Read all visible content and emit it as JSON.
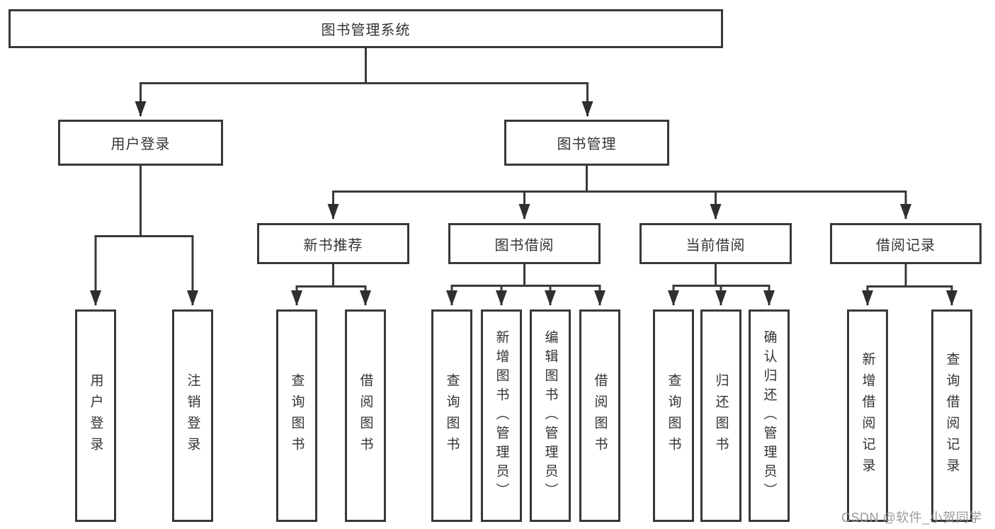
{
  "diagram": {
    "root": {
      "label": "图书管理系统"
    },
    "level2": [
      {
        "label": "用户登录"
      },
      {
        "label": "图书管理"
      }
    ],
    "level3": [
      {
        "label": "新书推荐"
      },
      {
        "label": "图书借阅"
      },
      {
        "label": "当前借阅"
      },
      {
        "label": "借阅记录"
      }
    ],
    "leaves": {
      "user_login": [
        "用户登录",
        "注销登录"
      ],
      "new_books": [
        "查询图书",
        "借阅图书"
      ],
      "book_borrow": [
        "查询图书",
        "新增图书（管理员）",
        "编辑图书（管理员）",
        "借阅图书"
      ],
      "current_borrow": [
        "查询图书",
        "归还图书",
        "确认归还（管理员）"
      ],
      "borrow_records": [
        "新增借阅记录",
        "查询借阅记录"
      ]
    },
    "colors": {
      "line": "#3a3a3a",
      "border": "#383838",
      "text": "#333333",
      "watermark": "#9b9b9b"
    },
    "watermark": {
      "text": "CSDN @软件_小贺同学"
    }
  }
}
